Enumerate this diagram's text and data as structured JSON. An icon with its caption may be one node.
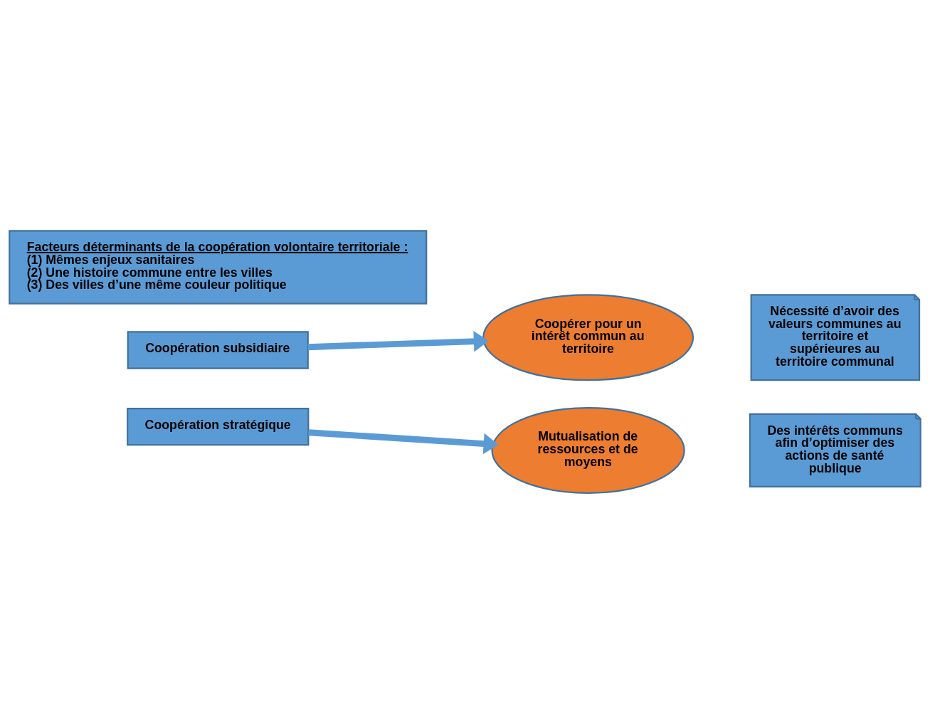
{
  "diagram": {
    "nodes": [
      {
        "text": [
          "Facteurs déterminants de la coopération volontaire territoriale :",
          "(1) Mêmes enjeux sanitaires",
          "(2) Une histoire commune entre les villes",
          "(3) Des villes d’une même couleur politique"
        ]
      },
      {
        "text": [
          "Coopération subsidiaire"
        ]
      },
      {
        "text": [
          "Coopérer pour un intérêt commun au territoire"
        ]
      },
      {
        "text": [
          "Nécessité d’avoir des valeurs communes au territoire et supérieures au territoire communal"
        ]
      },
      {
        "text": [
          "Coopération stratégique"
        ]
      },
      {
        "text": [
          "Mutualisation de ressources et de moyens"
        ]
      },
      {
        "text": [
          "Des intérêts communs afin d’optimiser des actions de santé publique"
        ]
      }
    ],
    "edges": [
      {
        "from": 1,
        "to": 2,
        "arrow": "to"
      },
      {
        "from": 4,
        "to": 5,
        "arrow": "to"
      }
    ]
  }
}
